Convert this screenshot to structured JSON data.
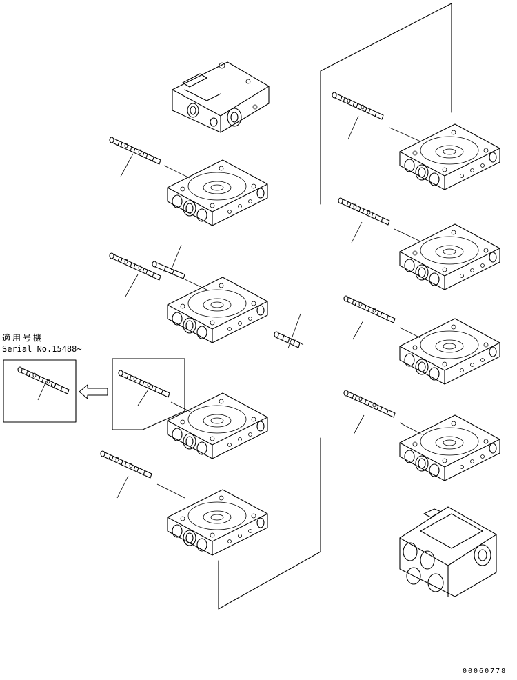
{
  "note": {
    "applicability_label": "適用号機",
    "serial_label": "Serial No.15488~"
  },
  "drawing_number": "00060778",
  "diagram": {
    "type": "exploded-parts-diagram",
    "subject": "control valve section assembly",
    "icons": [
      "valve-block-icon",
      "spool-icon",
      "arrow-left-icon"
    ]
  }
}
